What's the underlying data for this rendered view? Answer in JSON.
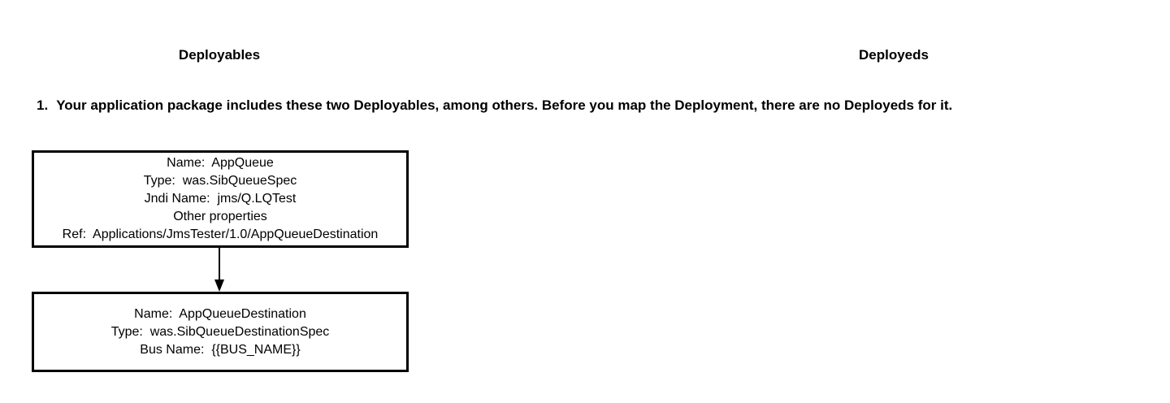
{
  "headers": {
    "left": "Deployables",
    "right": "Deployeds"
  },
  "step": {
    "number": "1.",
    "text": "Your application package includes these two Deployables, among others.  Before you map the Deployment, there are no Deployeds for it."
  },
  "boxes": {
    "queue": {
      "lines": [
        "Name:  AppQueue",
        "Type:  was.SibQueueSpec",
        "Jndi Name:  jms/Q.LQTest",
        "Other properties",
        "Ref:  Applications/JmsTester/1.0/AppQueueDestination"
      ]
    },
    "destination": {
      "lines": [
        "Name:  AppQueueDestination",
        "Type:  was.SibQueueDestinationSpec",
        "Bus Name:  {{BUS_NAME}}"
      ]
    }
  }
}
